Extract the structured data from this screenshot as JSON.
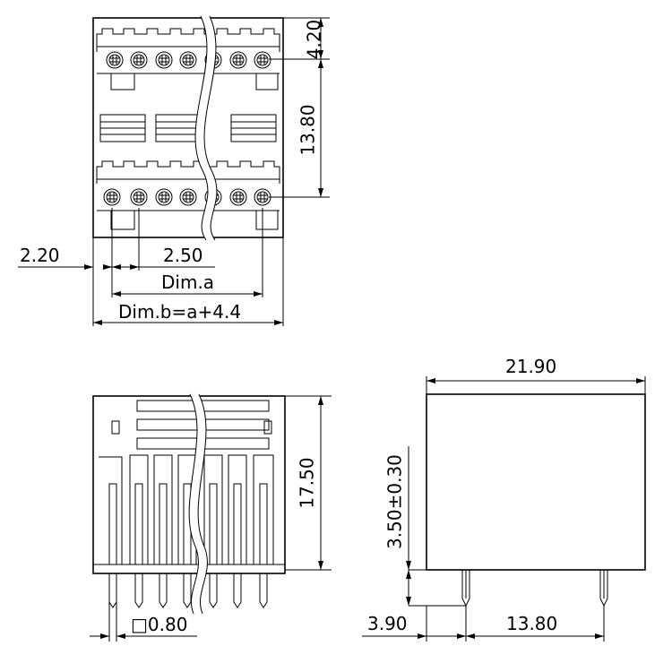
{
  "dimensions": {
    "top_height": "4.20",
    "pitch_rows": "13.80",
    "edge_offset": "2.20",
    "pitch": "2.50",
    "dim_a": "Dim.a",
    "dim_b": "Dim.b=a+4.4",
    "body_height": "17.50",
    "pin_size": "□0.80",
    "body_width": "21.90",
    "pin_length": "3.50±0.30",
    "pin_offset": "3.90",
    "pin_spacing": "13.80"
  }
}
